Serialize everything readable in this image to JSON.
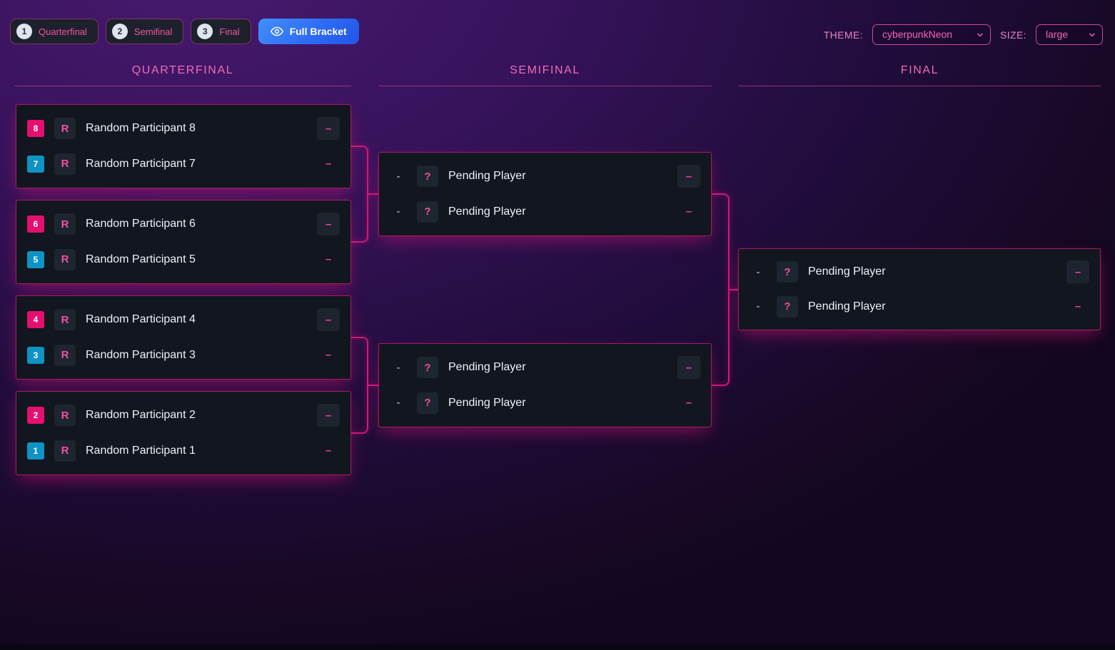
{
  "toolbar": {
    "steps": [
      {
        "number": "1",
        "label": "Quarterfinal"
      },
      {
        "number": "2",
        "label": "Semifinal"
      },
      {
        "number": "3",
        "label": "Final"
      }
    ],
    "full_bracket": {
      "label": "Full Bracket",
      "icon": "eye-icon"
    }
  },
  "controls": {
    "theme": {
      "label": "THEME:",
      "value": "cyberpunkNeon",
      "icon": "chevron-down-icon"
    },
    "size": {
      "label": "SIZE:",
      "value": "large",
      "icon": "chevron-down-icon"
    }
  },
  "bracket": {
    "rounds": [
      {
        "title": "QUARTERFINAL",
        "matches": [
          {
            "players": [
              {
                "seed": "8",
                "seed_color": "pink",
                "avatar": "R",
                "name": "Random Participant 8",
                "score": "–"
              },
              {
                "seed": "7",
                "seed_color": "cyan",
                "avatar": "R",
                "name": "Random Participant 7",
                "score": "–"
              }
            ]
          },
          {
            "players": [
              {
                "seed": "6",
                "seed_color": "pink",
                "avatar": "R",
                "name": "Random Participant 6",
                "score": "–"
              },
              {
                "seed": "5",
                "seed_color": "cyan",
                "avatar": "R",
                "name": "Random Participant 5",
                "score": "–"
              }
            ]
          },
          {
            "players": [
              {
                "seed": "4",
                "seed_color": "pink",
                "avatar": "R",
                "name": "Random Participant 4",
                "score": "–"
              },
              {
                "seed": "3",
                "seed_color": "cyan",
                "avatar": "R",
                "name": "Random Participant 3",
                "score": "–"
              }
            ]
          },
          {
            "players": [
              {
                "seed": "2",
                "seed_color": "pink",
                "avatar": "R",
                "name": "Random Participant 2",
                "score": "–"
              },
              {
                "seed": "1",
                "seed_color": "cyan",
                "avatar": "R",
                "name": "Random Participant 1",
                "score": "–"
              }
            ]
          }
        ]
      },
      {
        "title": "SEMIFINAL",
        "matches": [
          {
            "players": [
              {
                "seed": "-",
                "seed_color": "none",
                "avatar": "?",
                "name": "Pending Player",
                "score": "–"
              },
              {
                "seed": "-",
                "seed_color": "none",
                "avatar": "?",
                "name": "Pending Player",
                "score": "–"
              }
            ]
          },
          {
            "players": [
              {
                "seed": "-",
                "seed_color": "none",
                "avatar": "?",
                "name": "Pending Player",
                "score": "–"
              },
              {
                "seed": "-",
                "seed_color": "none",
                "avatar": "?",
                "name": "Pending Player",
                "score": "–"
              }
            ]
          }
        ]
      },
      {
        "title": "FINAL",
        "matches": [
          {
            "players": [
              {
                "seed": "-",
                "seed_color": "none",
                "avatar": "?",
                "name": "Pending Player",
                "score": "–"
              },
              {
                "seed": "-",
                "seed_color": "none",
                "avatar": "?",
                "name": "Pending Player",
                "score": "–"
              }
            ]
          }
        ]
      }
    ]
  },
  "colors": {
    "accent_pink": "#ec1a77",
    "seed_top": "#e50f6f",
    "seed_bottom": "#0f92c4",
    "full_bracket_blue": "#2f6cf3",
    "card_bg": "#12161f",
    "title_pink": "#f06cb6",
    "connector_pink": "#cf1a78"
  }
}
